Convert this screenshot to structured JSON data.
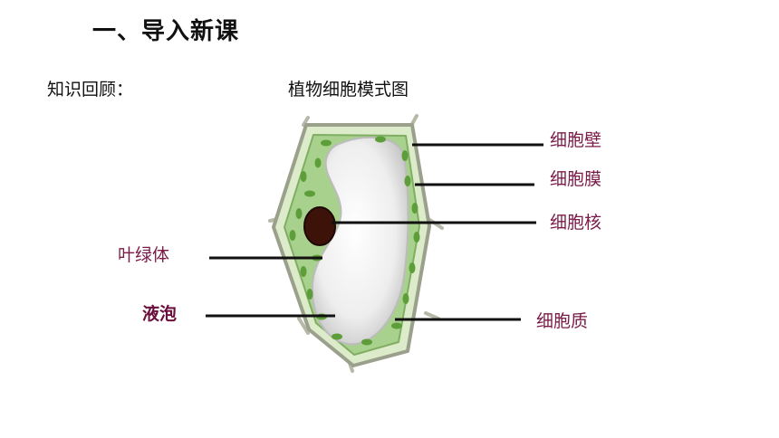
{
  "heading": "一、导入新课",
  "subheading": "知识回顾：",
  "diagram": {
    "title": "植物细胞模式图",
    "labels": {
      "cell_wall": "细胞壁",
      "cell_membrane": "细胞膜",
      "nucleus": "细胞核",
      "chloroplast": "叶绿体",
      "vacuole": "液泡",
      "cytoplasm": "细胞质"
    }
  },
  "colors": {
    "cytoplasm_green": "#a9d18e",
    "chloroplast": "#5e9e3a",
    "nucleus": "#3d1208",
    "label_text": "#7a1a48"
  }
}
